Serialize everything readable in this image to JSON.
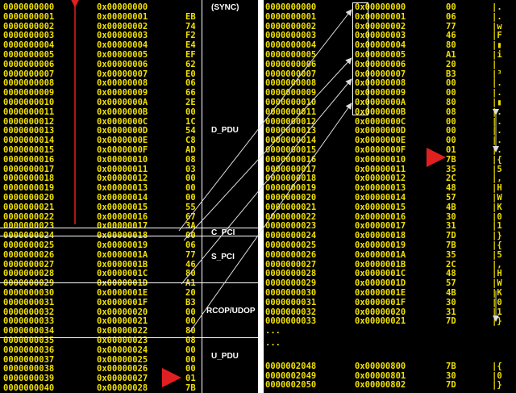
{
  "left_rows": [
    {
      "dec": "0000000000",
      "hex": "0x00000000",
      "val": ""
    },
    {
      "dec": "0000000001",
      "hex": "0x00000001",
      "val": "EB"
    },
    {
      "dec": "0000000002",
      "hex": "0x00000002",
      "val": "74"
    },
    {
      "dec": "0000000003",
      "hex": "0x00000003",
      "val": "F2"
    },
    {
      "dec": "0000000004",
      "hex": "0x00000004",
      "val": "E4"
    },
    {
      "dec": "0000000005",
      "hex": "0x00000005",
      "val": "EF"
    },
    {
      "dec": "0000000006",
      "hex": "0x00000006",
      "val": "62"
    },
    {
      "dec": "0000000007",
      "hex": "0x00000007",
      "val": "E0"
    },
    {
      "dec": "0000000008",
      "hex": "0x00000008",
      "val": "06"
    },
    {
      "dec": "0000000009",
      "hex": "0x00000009",
      "val": "66"
    },
    {
      "dec": "0000000010",
      "hex": "0x0000000A",
      "val": "2E"
    },
    {
      "dec": "0000000011",
      "hex": "0x0000000B",
      "val": "00"
    },
    {
      "dec": "0000000012",
      "hex": "0x0000000C",
      "val": "1C"
    },
    {
      "dec": "0000000013",
      "hex": "0x0000000D",
      "val": "54"
    },
    {
      "dec": "0000000014",
      "hex": "0x0000000E",
      "val": "C8"
    },
    {
      "dec": "0000000015",
      "hex": "0x0000000F",
      "val": "AD"
    },
    {
      "dec": "0000000016",
      "hex": "0x00000010",
      "val": "08"
    },
    {
      "dec": "0000000017",
      "hex": "0x00000011",
      "val": "03"
    },
    {
      "dec": "0000000018",
      "hex": "0x00000012",
      "val": "00"
    },
    {
      "dec": "0000000019",
      "hex": "0x00000013",
      "val": "00"
    },
    {
      "dec": "0000000020",
      "hex": "0x00000014",
      "val": "00"
    },
    {
      "dec": "0000000021",
      "hex": "0x00000015",
      "val": "55"
    },
    {
      "dec": "0000000022",
      "hex": "0x00000016",
      "val": "67"
    },
    {
      "dec": "0000000023",
      "hex": "0x00000017",
      "val": "3A"
    },
    {
      "dec": "0000000024",
      "hex": "0x00000018",
      "val": "00"
    },
    {
      "dec": "0000000025",
      "hex": "0x00000019",
      "val": "06"
    },
    {
      "dec": "0000000026",
      "hex": "0x0000001A",
      "val": "77"
    },
    {
      "dec": "0000000027",
      "hex": "0x0000001B",
      "val": "46"
    },
    {
      "dec": "0000000028",
      "hex": "0x0000001C",
      "val": "80"
    },
    {
      "dec": "0000000029",
      "hex": "0x0000001D",
      "val": "A1"
    },
    {
      "dec": "0000000030",
      "hex": "0x0000001E",
      "val": "20"
    },
    {
      "dec": "0000000031",
      "hex": "0x0000001F",
      "val": "B3"
    },
    {
      "dec": "0000000032",
      "hex": "0x00000020",
      "val": "00"
    },
    {
      "dec": "0000000033",
      "hex": "0x00000021",
      "val": "00"
    },
    {
      "dec": "0000000034",
      "hex": "0x00000022",
      "val": "80"
    },
    {
      "dec": "0000000035",
      "hex": "0x00000023",
      "val": "08"
    },
    {
      "dec": "0000000036",
      "hex": "0x00000024",
      "val": "00"
    },
    {
      "dec": "0000000037",
      "hex": "0x00000025",
      "val": "00"
    },
    {
      "dec": "0000000038",
      "hex": "0x00000026",
      "val": "00"
    },
    {
      "dec": "0000000039",
      "hex": "0x00000027",
      "val": "01"
    },
    {
      "dec": "0000000040",
      "hex": "0x00000028",
      "val": "7B"
    }
  ],
  "left_labels": {
    "sync": "(SYNC)",
    "d_pdu": "D_PDU",
    "c_pci": "C_PCI",
    "s_pci": "S_PCI",
    "rcop": "RCOP/UDOP",
    "u_pdu": "U_PDU"
  },
  "right_rows": [
    {
      "dec": "0000000000",
      "hex": "0x00000000",
      "val": "00",
      "asc": "|."
    },
    {
      "dec": "0000000001",
      "hex": "0x00000001",
      "val": "06",
      "asc": "|."
    },
    {
      "dec": "0000000002",
      "hex": "0x00000002",
      "val": "77",
      "asc": "|w"
    },
    {
      "dec": "0000000003",
      "hex": "0x00000003",
      "val": "46",
      "asc": "|F"
    },
    {
      "dec": "0000000004",
      "hex": "0x00000004",
      "val": "80",
      "asc": "|▮"
    },
    {
      "dec": "0000000005",
      "hex": "0x00000005",
      "val": "A1",
      "asc": "|i"
    },
    {
      "dec": "0000000006",
      "hex": "0x00000006",
      "val": "20",
      "asc": "|"
    },
    {
      "dec": "0000000007",
      "hex": "0x00000007",
      "val": "B3",
      "asc": "|³"
    },
    {
      "dec": "0000000008",
      "hex": "0x00000008",
      "val": "00",
      "asc": "|."
    },
    {
      "dec": "0000000009",
      "hex": "0x00000009",
      "val": "00",
      "asc": "|."
    },
    {
      "dec": "0000000010",
      "hex": "0x0000000A",
      "val": "80",
      "asc": "|▮"
    },
    {
      "dec": "0000000011",
      "hex": "0x0000000B",
      "val": "08",
      "asc": "|."
    },
    {
      "dec": "0000000012",
      "hex": "0x0000000C",
      "val": "00",
      "asc": "|."
    },
    {
      "dec": "0000000013",
      "hex": "0x0000000D",
      "val": "00",
      "asc": "|."
    },
    {
      "dec": "0000000014",
      "hex": "0x0000000E",
      "val": "00",
      "asc": "|."
    },
    {
      "dec": "0000000015",
      "hex": "0x0000000F",
      "val": "01",
      "asc": "|."
    },
    {
      "dec": "0000000016",
      "hex": "0x00000010",
      "val": "7B",
      "asc": "|{"
    },
    {
      "dec": "0000000017",
      "hex": "0x00000011",
      "val": "35",
      "asc": "|5"
    },
    {
      "dec": "0000000018",
      "hex": "0x00000012",
      "val": "2C",
      "asc": "|,"
    },
    {
      "dec": "0000000019",
      "hex": "0x00000013",
      "val": "48",
      "asc": "|H"
    },
    {
      "dec": "0000000020",
      "hex": "0x00000014",
      "val": "57",
      "asc": "|W"
    },
    {
      "dec": "0000000021",
      "hex": "0x00000015",
      "val": "4B",
      "asc": "|K"
    },
    {
      "dec": "0000000022",
      "hex": "0x00000016",
      "val": "30",
      "asc": "|0"
    },
    {
      "dec": "0000000023",
      "hex": "0x00000017",
      "val": "31",
      "asc": "|1"
    },
    {
      "dec": "0000000024",
      "hex": "0x00000018",
      "val": "7D",
      "asc": "|}"
    },
    {
      "dec": "0000000025",
      "hex": "0x00000019",
      "val": "7B",
      "asc": "|{"
    },
    {
      "dec": "0000000026",
      "hex": "0x0000001A",
      "val": "35",
      "asc": "|5"
    },
    {
      "dec": "0000000027",
      "hex": "0x0000001B",
      "val": "2C",
      "asc": "|,"
    },
    {
      "dec": "0000000028",
      "hex": "0x0000001C",
      "val": "48",
      "asc": "|H"
    },
    {
      "dec": "0000000029",
      "hex": "0x0000001D",
      "val": "57",
      "asc": "|W"
    },
    {
      "dec": "0000000030",
      "hex": "0x0000001E",
      "val": "4B",
      "asc": "|K"
    },
    {
      "dec": "0000000031",
      "hex": "0x0000001F",
      "val": "30",
      "asc": "|0"
    },
    {
      "dec": "0000000032",
      "hex": "0x00000020",
      "val": "31",
      "asc": "|1"
    },
    {
      "dec": "0000000033",
      "hex": "0x00000021",
      "val": "7D",
      "asc": "|}"
    },
    {
      "dec": "...",
      "hex": "",
      "val": "",
      "asc": ""
    },
    {
      "dec": "...",
      "hex": "",
      "val": "",
      "asc": ""
    },
    {
      "dec": "",
      "hex": "",
      "val": "",
      "asc": ""
    },
    {
      "dec": "0000002048",
      "hex": "0x00000800",
      "val": "7B",
      "asc": "|{"
    },
    {
      "dec": "0000002049",
      "hex": "0x00000801",
      "val": "30",
      "asc": "|0"
    },
    {
      "dec": "0000002050",
      "hex": "0x00000802",
      "val": "7D",
      "asc": "|}"
    }
  ],
  "colors": {
    "text": "#f0e000",
    "background": "#000000",
    "arrow": "#e02020",
    "lines": "#ffffff"
  }
}
